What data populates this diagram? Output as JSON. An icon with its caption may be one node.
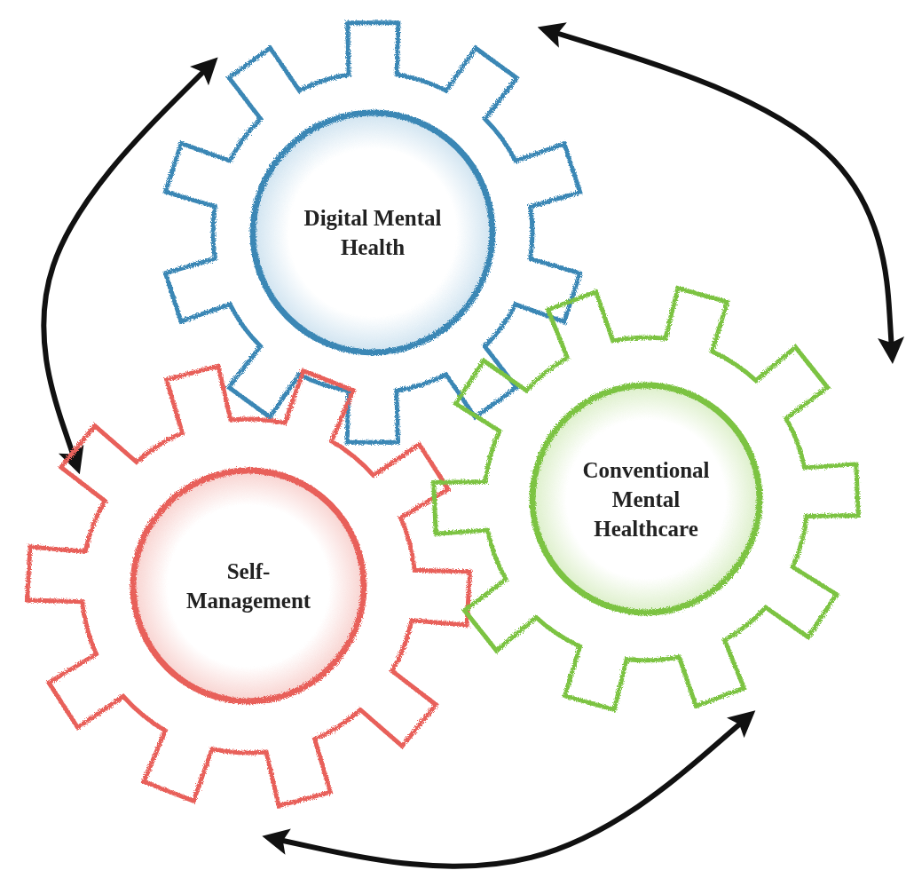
{
  "diagram": {
    "nodes": [
      {
        "text": [
          "Digital Mental Health"
        ]
      },
      {
        "text": [
          "Self-Management"
        ]
      },
      {
        "text": [
          "Conventional Mental Healthcare"
        ]
      }
    ],
    "edges": [
      {
        "from": 0,
        "to": 1,
        "arrow": "both"
      },
      {
        "from": 0,
        "to": 2,
        "arrow": "both"
      },
      {
        "from": 2,
        "to": 1,
        "arrow": "both"
      }
    ]
  }
}
